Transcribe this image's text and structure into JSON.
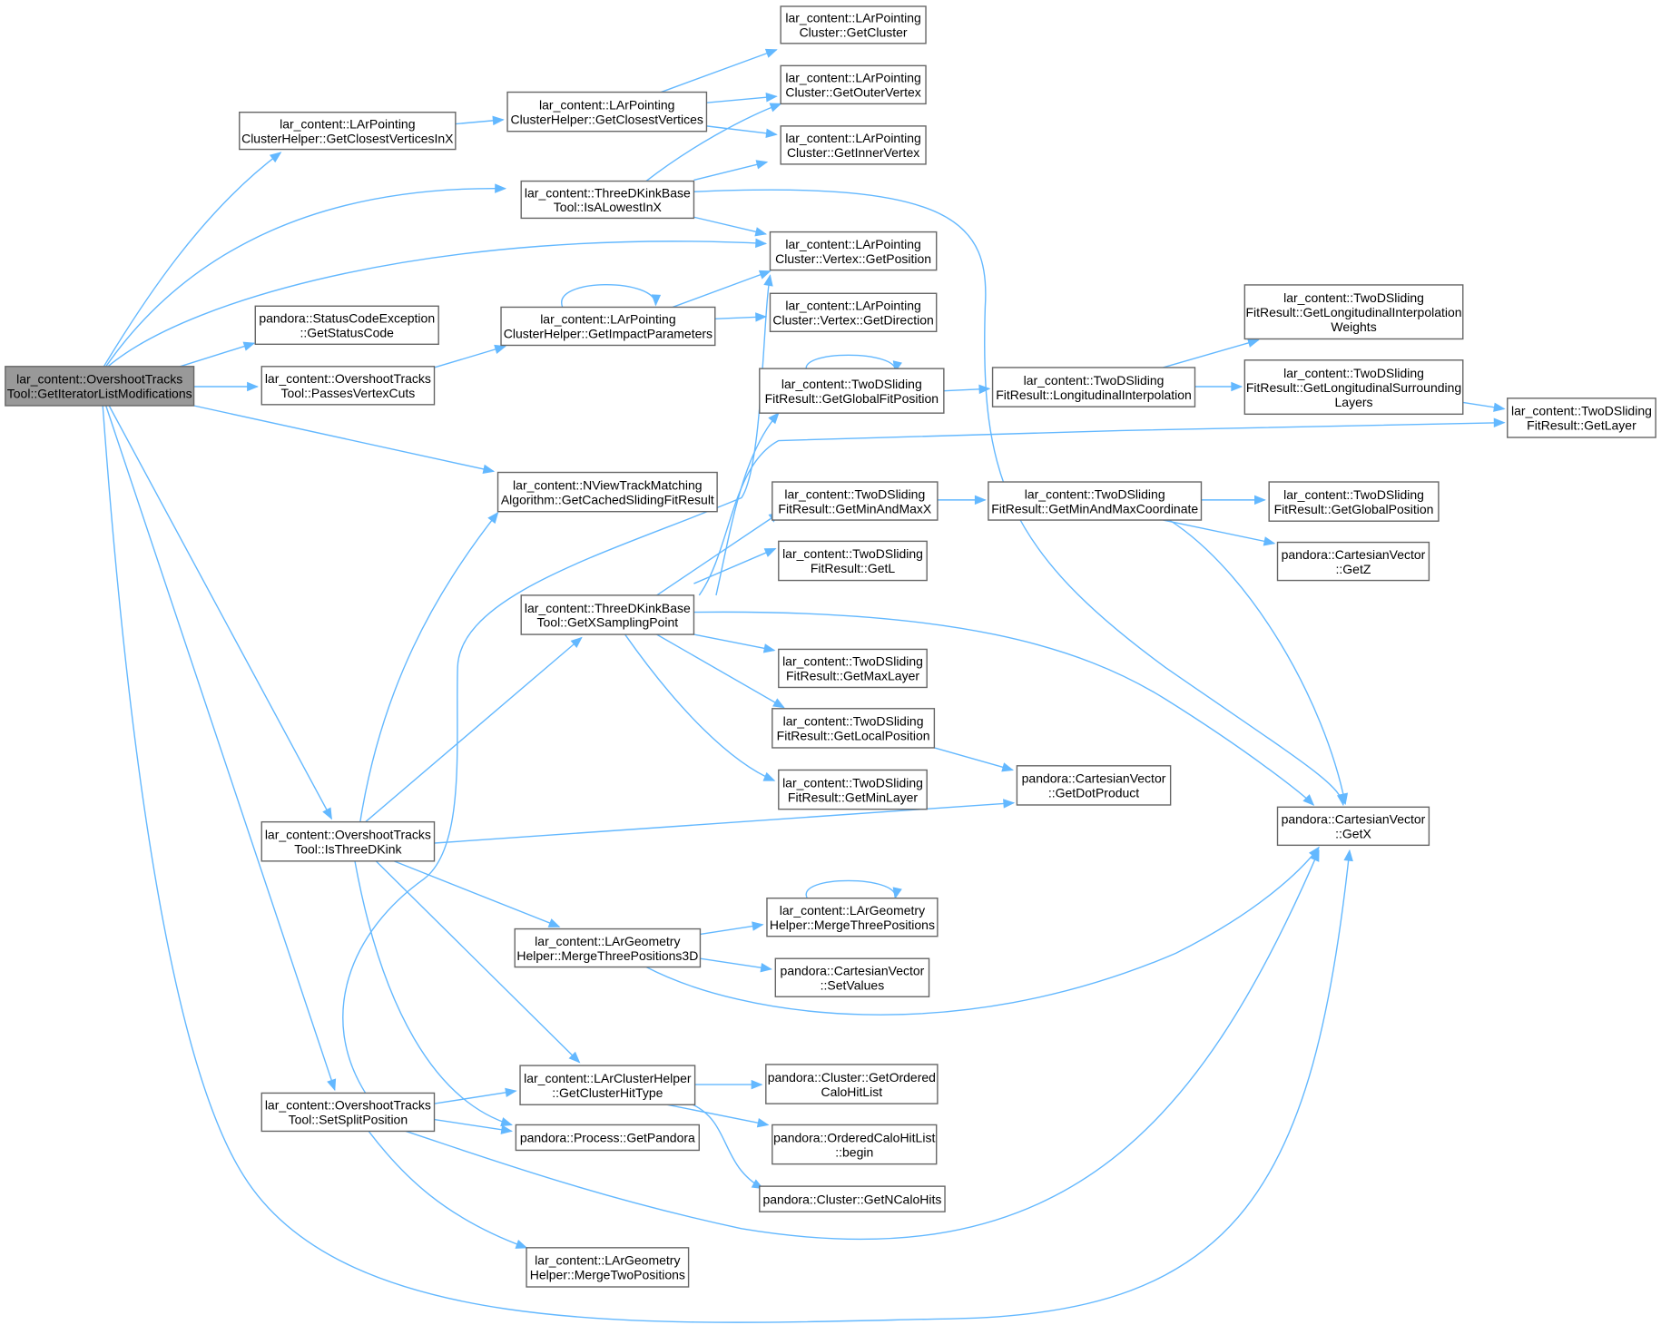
{
  "graph": {
    "colors": {
      "edge": "#63b8ff",
      "node_border": "#666666",
      "root_fill": "#999999",
      "node_fill": "#ffffff"
    },
    "root": "getiteratorlistmodifications",
    "nodes": [
      {
        "id": "getiteratorlistmodifications",
        "lines": [
          "lar_content::OvershootTracks",
          "Tool::GetIteratorListModifications"
        ]
      },
      {
        "id": "getclosestverticesinx",
        "lines": [
          "lar_content::LArPointing",
          "ClusterHelper::GetClosestVerticesInX"
        ]
      },
      {
        "id": "getclosestvertices",
        "lines": [
          "lar_content::LArPointing",
          "ClusterHelper::GetClosestVertices"
        ]
      },
      {
        "id": "getcluster",
        "lines": [
          "lar_content::LArPointing",
          "Cluster::GetCluster"
        ]
      },
      {
        "id": "getoutervertex",
        "lines": [
          "lar_content::LArPointing",
          "Cluster::GetOuterVertex"
        ]
      },
      {
        "id": "getinnervertex",
        "lines": [
          "lar_content::LArPointing",
          "Cluster::GetInnerVertex"
        ]
      },
      {
        "id": "isalowestinx",
        "lines": [
          "lar_content::ThreeDKinkBase",
          "Tool::IsALowestInX"
        ]
      },
      {
        "id": "vertexgetposition",
        "lines": [
          "lar_content::LArPointing",
          "Cluster::Vertex::GetPosition"
        ]
      },
      {
        "id": "getstatuscode",
        "lines": [
          "pandora::StatusCodeException",
          "::GetStatusCode"
        ]
      },
      {
        "id": "getimpactparameters",
        "lines": [
          "lar_content::LArPointing",
          "ClusterHelper::GetImpactParameters"
        ]
      },
      {
        "id": "vertexgetdirection",
        "lines": [
          "lar_content::LArPointing",
          "Cluster::Vertex::GetDirection"
        ]
      },
      {
        "id": "passesvertexcuts",
        "lines": [
          "lar_content::OvershootTracks",
          "Tool::PassesVertexCuts"
        ]
      },
      {
        "id": "getglobalfitposition",
        "lines": [
          "lar_content::TwoDSliding",
          "FitResult::GetGlobalFitPosition"
        ]
      },
      {
        "id": "longitudinalinterpolation",
        "lines": [
          "lar_content::TwoDSliding",
          "FitResult::LongitudinalInterpolation"
        ]
      },
      {
        "id": "getlonginterpweights",
        "lines": [
          "lar_content::TwoDSliding",
          "FitResult::GetLongitudinalInterpolation",
          "Weights"
        ]
      },
      {
        "id": "getlongsurroundinglayers",
        "lines": [
          "lar_content::TwoDSliding",
          "FitResult::GetLongitudinalSurrounding",
          "Layers"
        ]
      },
      {
        "id": "getlayer",
        "lines": [
          "lar_content::TwoDSliding",
          "FitResult::GetLayer"
        ]
      },
      {
        "id": "getcachedslidingfitresult",
        "lines": [
          "lar_content::NViewTrackMatching",
          "Algorithm::GetCachedSlidingFitResult"
        ]
      },
      {
        "id": "getminandmaxx",
        "lines": [
          "lar_content::TwoDSliding",
          "FitResult::GetMinAndMaxX"
        ]
      },
      {
        "id": "getminandmaxcoordinate",
        "lines": [
          "lar_content::TwoDSliding",
          "FitResult::GetMinAndMaxCoordinate"
        ]
      },
      {
        "id": "getglobalposition",
        "lines": [
          "lar_content::TwoDSliding",
          "FitResult::GetGlobalPosition"
        ]
      },
      {
        "id": "getz",
        "lines": [
          "pandora::CartesianVector",
          "::GetZ"
        ]
      },
      {
        "id": "getl",
        "lines": [
          "lar_content::TwoDSliding",
          "FitResult::GetL"
        ]
      },
      {
        "id": "getxsamplingpoint",
        "lines": [
          "lar_content::ThreeDKinkBase",
          "Tool::GetXSamplingPoint"
        ]
      },
      {
        "id": "getmaxlayer",
        "lines": [
          "lar_content::TwoDSliding",
          "FitResult::GetMaxLayer"
        ]
      },
      {
        "id": "getlocalposition",
        "lines": [
          "lar_content::TwoDSliding",
          "FitResult::GetLocalPosition"
        ]
      },
      {
        "id": "getdotproduct",
        "lines": [
          "pandora::CartesianVector",
          "::GetDotProduct"
        ]
      },
      {
        "id": "getminlayer",
        "lines": [
          "lar_content::TwoDSliding",
          "FitResult::GetMinLayer"
        ]
      },
      {
        "id": "isthreedkink",
        "lines": [
          "lar_content::OvershootTracks",
          "Tool::IsThreeDKink"
        ]
      },
      {
        "id": "getx",
        "lines": [
          "pandora::CartesianVector",
          "::GetX"
        ]
      },
      {
        "id": "mergethreepositions",
        "lines": [
          "lar_content::LArGeometry",
          "Helper::MergeThreePositions"
        ]
      },
      {
        "id": "mergethreepositions3d",
        "lines": [
          "lar_content::LArGeometry",
          "Helper::MergeThreePositions3D"
        ]
      },
      {
        "id": "setvalues",
        "lines": [
          "pandora::CartesianVector",
          "::SetValues"
        ]
      },
      {
        "id": "getclusterhittype",
        "lines": [
          "lar_content::LArClusterHelper",
          "::GetClusterHitType"
        ]
      },
      {
        "id": "getorderedcalohitlist",
        "lines": [
          "pandora::Cluster::GetOrdered",
          "CaloHitList"
        ]
      },
      {
        "id": "setsplitposition",
        "lines": [
          "lar_content::OvershootTracks",
          "Tool::SetSplitPosition"
        ]
      },
      {
        "id": "getpandora",
        "lines": [
          "pandora::Process::GetPandora"
        ]
      },
      {
        "id": "orderedcalohitlistbegin",
        "lines": [
          "pandora::OrderedCaloHitList",
          "::begin"
        ]
      },
      {
        "id": "getncalohits",
        "lines": [
          "pandora::Cluster::GetNCaloHits"
        ]
      },
      {
        "id": "mergetwopositions",
        "lines": [
          "lar_content::LArGeometry",
          "Helper::MergeTwoPositions"
        ]
      }
    ]
  }
}
